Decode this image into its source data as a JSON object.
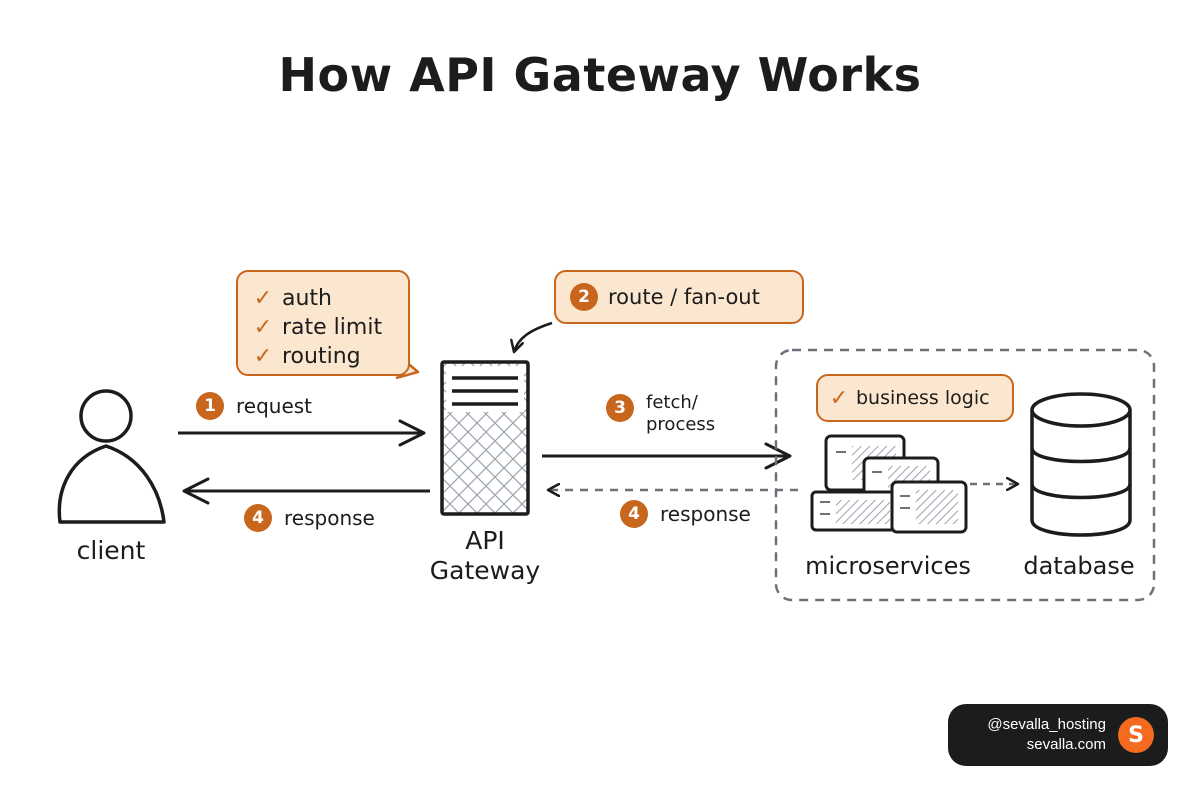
{
  "title": "How API Gateway Works",
  "gateway_callout": {
    "items": [
      "auth",
      "rate limit",
      "routing"
    ]
  },
  "route_callout": {
    "step": "2",
    "label": "route / fan-out"
  },
  "business_callout": {
    "label": "business logic"
  },
  "steps": {
    "request": {
      "number": "1",
      "label": "request"
    },
    "response_client": {
      "number": "4",
      "label": "response"
    },
    "fetch": {
      "number": "3",
      "label_line1": "fetch/",
      "label_line2": "process"
    },
    "response_services": {
      "number": "4",
      "label": "response"
    }
  },
  "nodes": {
    "client": "client",
    "gateway_line1": "API",
    "gateway_line2": "Gateway",
    "microservices": "microservices",
    "database": "database"
  },
  "footer": {
    "handle": "@sevalla_hosting",
    "site": "sevalla.com",
    "logo_glyph": "S"
  },
  "colors": {
    "accent": "#c8661e",
    "callout_fill": "#fbe7cf",
    "ink": "#1c1c1c",
    "dashed_border": "#6b7279",
    "logo": "#f46a1f"
  }
}
